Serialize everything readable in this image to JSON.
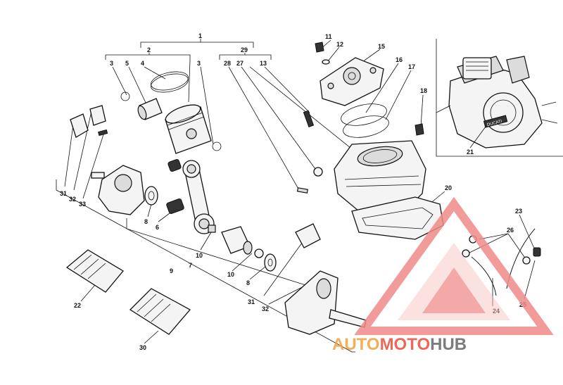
{
  "diagram": {
    "callouts": [
      "1",
      "2",
      "3",
      "5",
      "4",
      "3",
      "29",
      "28",
      "27",
      "13",
      "11",
      "12",
      "15",
      "16",
      "17",
      "18",
      "21",
      "20",
      "23",
      "26",
      "25",
      "24",
      "31",
      "32",
      "33",
      "8",
      "6",
      "10",
      "7",
      "9",
      "10",
      "8",
      "31",
      "32",
      "22",
      "30"
    ],
    "inset_badge": "DUCATI"
  },
  "watermark": {
    "word1": "AUTO",
    "word2": "MOTO",
    "word3": "HUB",
    "color_primary": "#f0a23a",
    "color_secondary": "#e8503a",
    "color_tertiary": "#666666"
  }
}
